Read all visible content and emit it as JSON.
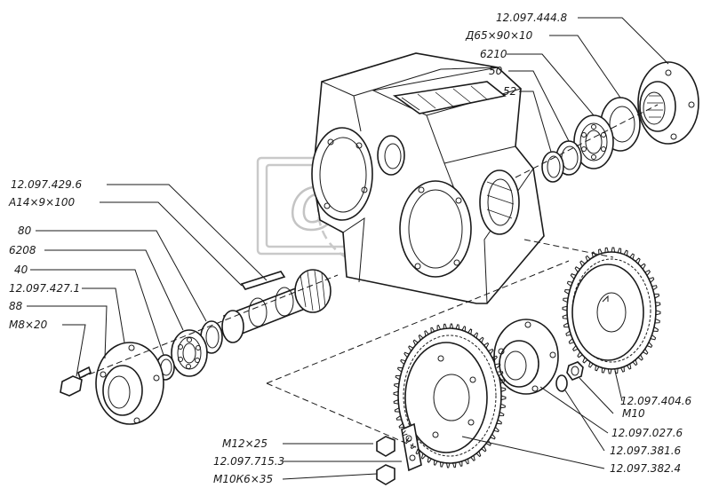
{
  "watermark": "OPEX",
  "labels": [
    {
      "id": "l-444-8",
      "text": "12.097.444.8"
    },
    {
      "id": "l-d65",
      "text": "Д65×90×10"
    },
    {
      "id": "l-6210",
      "text": "6210"
    },
    {
      "id": "l-50",
      "text": "50"
    },
    {
      "id": "l-52",
      "text": "52"
    },
    {
      "id": "l-429-6",
      "text": "12.097.429.6"
    },
    {
      "id": "l-a14",
      "text": "А14×9×100"
    },
    {
      "id": "l-80",
      "text": "80"
    },
    {
      "id": "l-6208",
      "text": "6208"
    },
    {
      "id": "l-40",
      "text": "40"
    },
    {
      "id": "l-427-1",
      "text": "12.097.427.1"
    },
    {
      "id": "l-88",
      "text": "88"
    },
    {
      "id": "l-m8",
      "text": "М8×20"
    },
    {
      "id": "l-404-6",
      "text": "12.097.404.6"
    },
    {
      "id": "l-m10",
      "text": "М10"
    },
    {
      "id": "l-027-6",
      "text": "12.097.027.6"
    },
    {
      "id": "l-381-6",
      "text": "12.097.381.6"
    },
    {
      "id": "l-382-4",
      "text": "12.097.382.4"
    },
    {
      "id": "l-m12",
      "text": "М12×25"
    },
    {
      "id": "l-715-3",
      "text": "12.097.715.3"
    },
    {
      "id": "l-m10k6",
      "text": "М10К6×35"
    }
  ]
}
